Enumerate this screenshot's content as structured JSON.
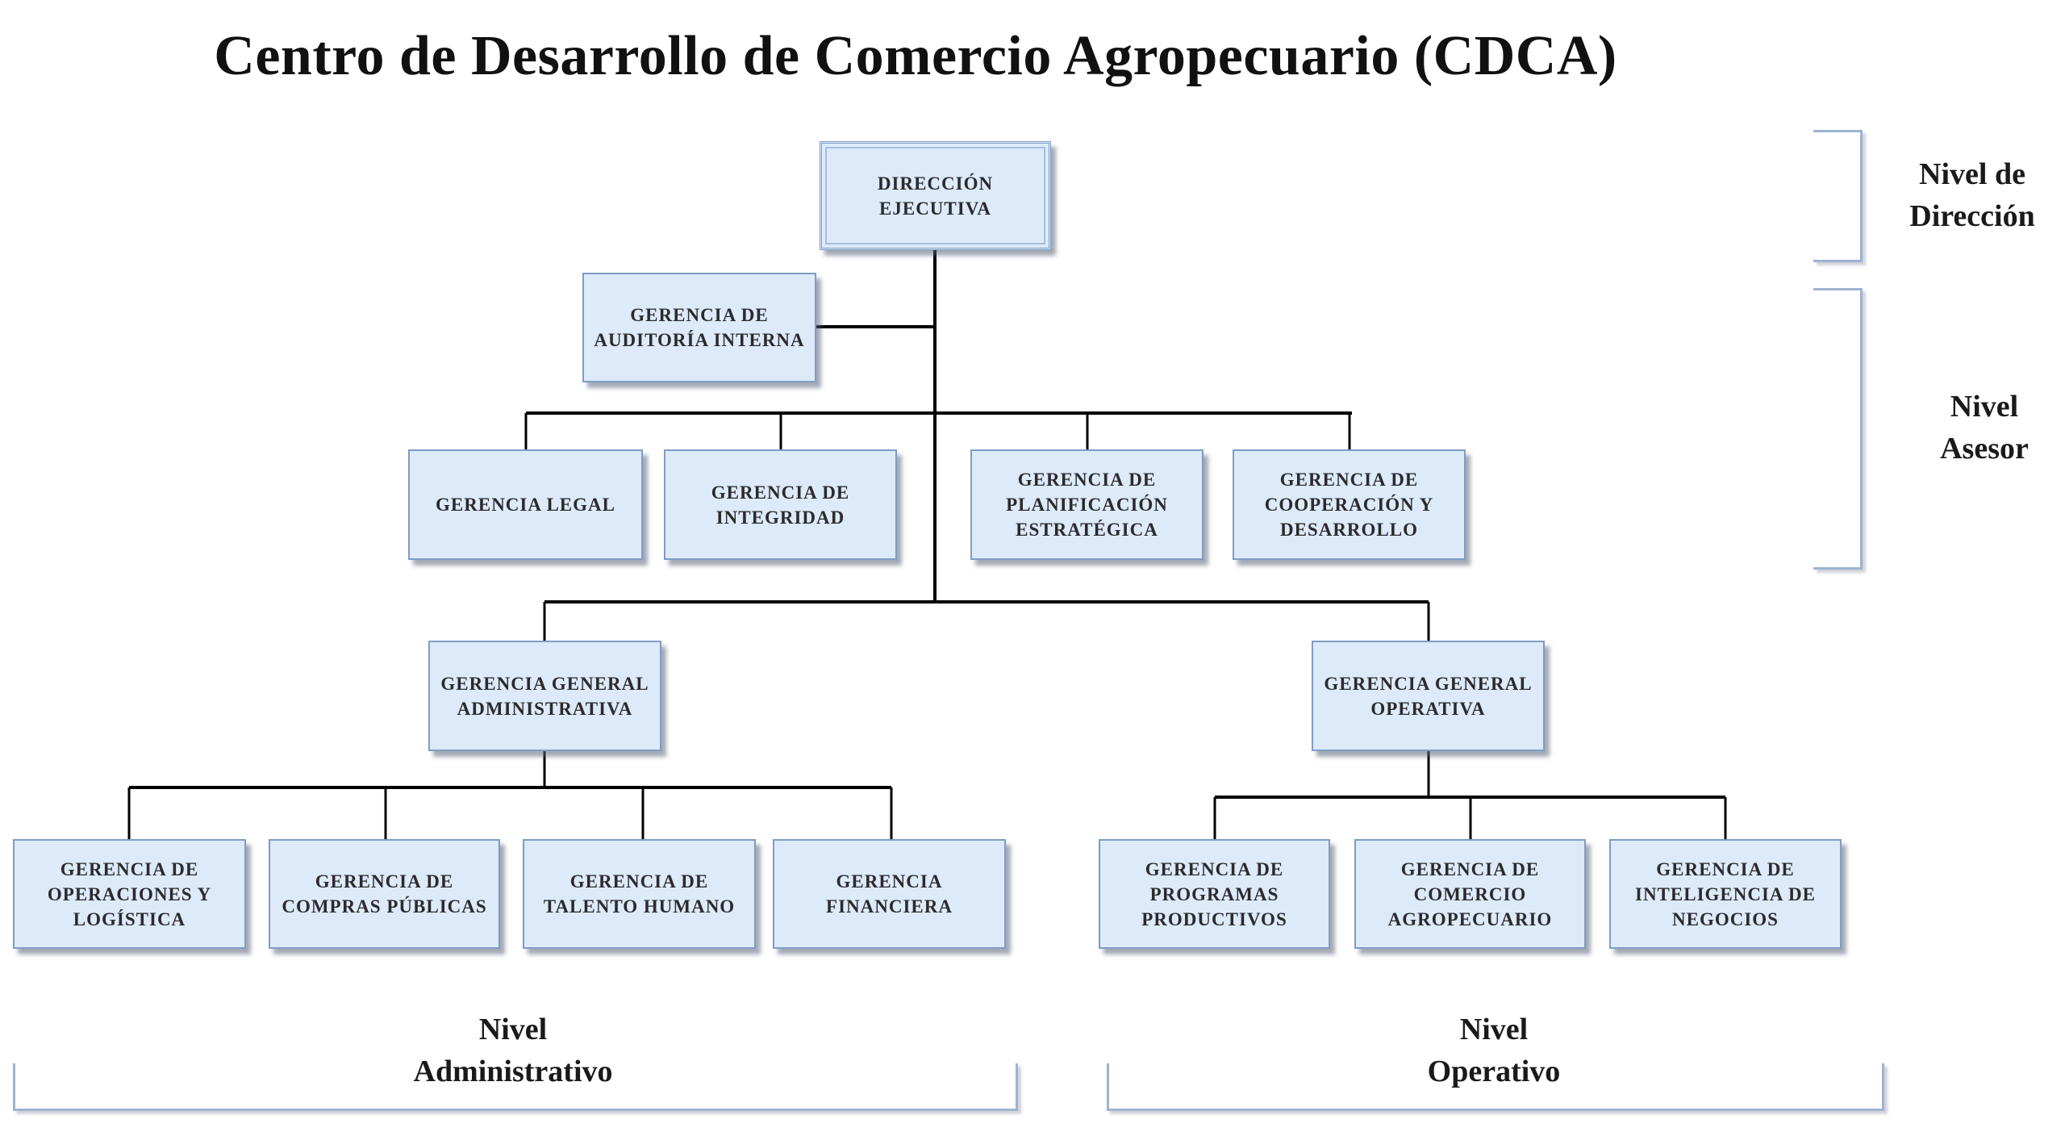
{
  "title": "Centro de Desarrollo de Comercio Agropecuario (CDCA)",
  "colors": {
    "box_fill": "#ddeafa",
    "box_border": "#7f9cc4",
    "connector": "#000000",
    "bracket": "#9eb3d1"
  },
  "nodes": {
    "direccion_ejecutiva": "DIRECCIÓN\nEJECUTIVA",
    "auditoria_interna": "GERENCIA DE\nAUDITORÍA INTERNA",
    "legal": "GERENCIA LEGAL",
    "integridad": "GERENCIA DE\nINTEGRIDAD",
    "planificacion": "GERENCIA DE\nPLANIFICACIÓN\nESTRATÉGICA",
    "cooperacion": "GERENCIA DE\nCOOPERACIÓN Y\nDESARROLLO",
    "gg_administrativa": "GERENCIA GENERAL\nADMINISTRATIVA",
    "gg_operativa": "GERENCIA GENERAL\nOPERATIVA",
    "operaciones_logistica": "GERENCIA DE\nOPERACIONES Y\nLOGÍSTICA",
    "compras_publicas": "GERENCIA DE\nCOMPRAS PÚBLICAS",
    "talento_humano": "GERENCIA DE\nTALENTO HUMANO",
    "financiera": "GERENCIA\nFINANCIERA",
    "programas_productivos": "GERENCIA DE\nPROGRAMAS\nPRODUCTIVOS",
    "comercio_agropecuario": "GERENCIA DE\nCOMERCIO\nAGROPECUARIO",
    "inteligencia_negocios": "GERENCIA DE\nINTELIGENCIA DE\nNEGOCIOS"
  },
  "hierarchy": {
    "direccion_ejecutiva": [
      "auditoria_interna",
      "legal",
      "integridad",
      "planificacion",
      "cooperacion",
      "gg_administrativa",
      "gg_operativa"
    ],
    "gg_administrativa": [
      "operaciones_logistica",
      "compras_publicas",
      "talento_humano",
      "financiera"
    ],
    "gg_operativa": [
      "programas_productivos",
      "comercio_agropecuario",
      "inteligencia_negocios"
    ]
  },
  "levels": {
    "direccion": "Nivel de\nDirección",
    "asesor": "Nivel\nAsesor",
    "administrativo": "Nivel\nAdministrativo",
    "operativo": "Nivel\nOperativo"
  }
}
